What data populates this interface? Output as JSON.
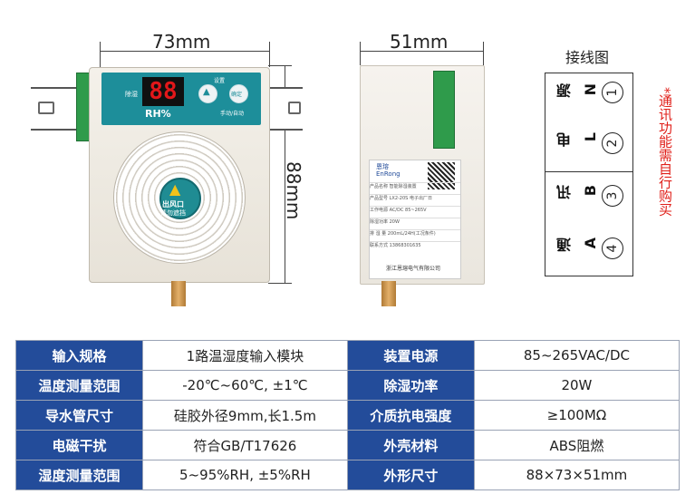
{
  "dimensions": {
    "width_left": "73mm",
    "height": "88mm",
    "width_right": "51mm"
  },
  "wiring": {
    "title": "接线图",
    "terminals": [
      {
        "name": "源",
        "letter": "N",
        "num": "1"
      },
      {
        "name": "电",
        "letter": "L",
        "num": "2"
      },
      {
        "name": "讯",
        "letter": "B",
        "num": "3"
      },
      {
        "name": "通",
        "letter": "A",
        "num": "4"
      }
    ],
    "note": "*通讯功能需自行购买"
  },
  "front_panel": {
    "display": "88",
    "unit": "RH%",
    "label_left": "除湿",
    "label_set": "设置",
    "label_confirm": "确定",
    "label_mode": "手动/自动",
    "warning_line1": "出风口",
    "warning_line2": "请勿遮挡"
  },
  "side_label": {
    "brand_cn": "恩瑢",
    "brand_en": "EnRong",
    "rows": [
      {
        "key": "产品名称",
        "val": "智能除湿装置"
      },
      {
        "key": "产品型号",
        "val": "LX2-20S",
        "extra": "电子出厂日"
      },
      {
        "key": "工作电源",
        "val": "AC/DC 85~265V"
      },
      {
        "key": "除湿功率",
        "val": "20W"
      },
      {
        "key": "排 湿 量",
        "val": "200mL/24H(工况条件)"
      },
      {
        "key": "联系方式",
        "val": "13868301635"
      }
    ],
    "company": "浙江恩瑢电气有限公司"
  },
  "spec_table": [
    [
      "输入规格",
      "1路温湿度输入模块",
      "装置电源",
      "85~265VAC/DC"
    ],
    [
      "温度测量范围",
      "-20℃~60℃, ±1℃",
      "除湿功率",
      "20W"
    ],
    [
      "导水管尺寸",
      "硅胶外径9mm,长1.5m",
      "介质抗电强度",
      "≥100MΩ"
    ],
    [
      "电磁干扰",
      "符合GB/T17626",
      "外壳材料",
      "ABS阻燃"
    ],
    [
      "湿度测量范围",
      "5~95%RH, ±5%RH",
      "外形尺寸",
      "88×73×51mm"
    ]
  ]
}
